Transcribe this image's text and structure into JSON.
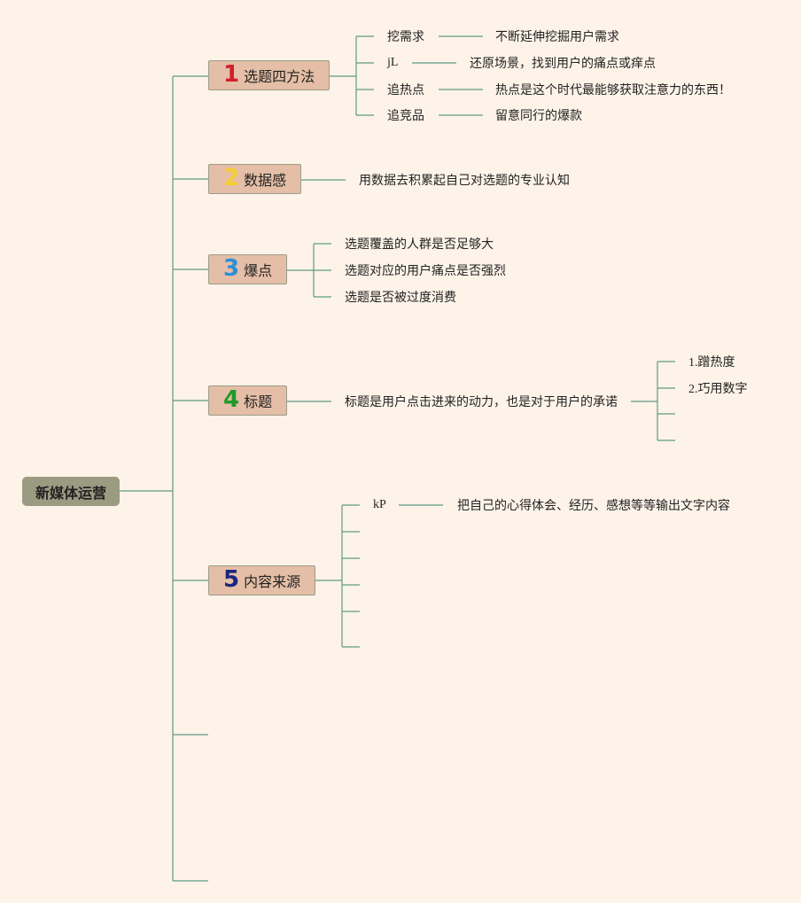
{
  "root": {
    "label": "新媒体运营"
  },
  "colors": {
    "background": "#fef3e8",
    "root_fill": "#9b9b82",
    "branch_fill": "#e4bea6",
    "connector": "#5f9c84",
    "num1": "#d21f2b",
    "num2": "#f4cf2f",
    "num3": "#2a8fd6",
    "num4": "#1f9a2b",
    "num5": "#1c2580"
  },
  "branches": [
    {
      "num": "1",
      "label": "选题四方法",
      "children": [
        {
          "label": "挖需求",
          "detail": "不断延伸挖掘用户需求"
        },
        {
          "label": "jL",
          "detail": "还原场景，找到用户的痛点或痒点"
        },
        {
          "label": "追热点",
          "detail": "热点是这个时代最能够获取注意力的东西！"
        },
        {
          "label": "追竞品",
          "detail": "留意同行的爆款"
        }
      ]
    },
    {
      "num": "2",
      "label": "数据感",
      "children": [
        {
          "label": "用数据去积累起自己对选题的专业认知"
        }
      ]
    },
    {
      "num": "3",
      "label": "爆点",
      "children": [
        {
          "label": "选题覆盖的人群是否足够大"
        },
        {
          "label": "选题对应的用户痛点是否强烈"
        },
        {
          "label": "选题是否被过度消费"
        }
      ]
    },
    {
      "num": "4",
      "label": "标题",
      "children": [
        {
          "label": "标题是用户点击进来的动力，也是对于用户的承诺",
          "children": [
            "1.蹭热度",
            "2.巧用数字",
            "",
            ""
          ]
        }
      ]
    },
    {
      "num": "5",
      "label": "内容来源",
      "children": [
        {
          "label": "kP",
          "detail": "把自己的心得体会、经历、感想等等输出文字内容"
        },
        {
          "label": ""
        },
        {
          "label": ""
        },
        {
          "label": ""
        },
        {
          "label": ""
        },
        {
          "label": ""
        }
      ]
    }
  ]
}
